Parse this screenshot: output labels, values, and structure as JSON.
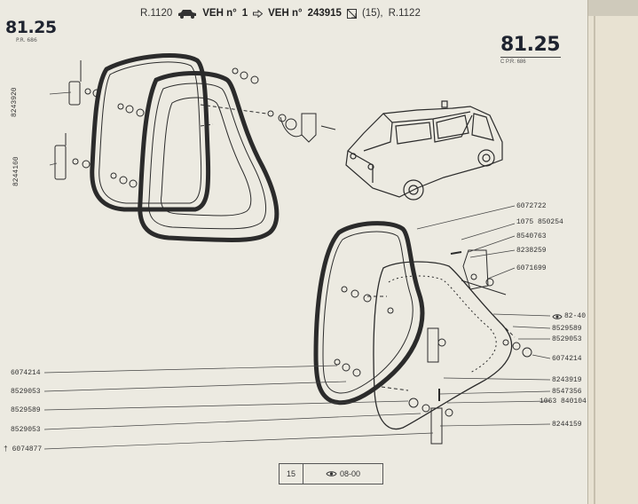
{
  "catalog": {
    "page_left": "81.25",
    "page_left_sub": "P.R. 686",
    "page_right": "81.25",
    "page_right_sub": "C P.R. 686"
  },
  "header": {
    "model_a": "R.1120",
    "veh_label": "VEH n°",
    "veh_from": "1",
    "veh_label2": "VEH n°",
    "veh_to": "243915",
    "mark": "(15),",
    "model_b": "R.1122"
  },
  "labels_left_upper": [
    "8243920",
    "8244160"
  ],
  "labels_right": [
    "6072722",
    "1075 850254",
    "8540763",
    "8238259",
    "6071699",
    "82-40",
    "8529589",
    "8529053",
    "6074214",
    "8243919",
    "8547356",
    "1063 840104",
    "8244159"
  ],
  "labels_left_lower": [
    "6074214",
    "8529053",
    "8529589",
    "8529053",
    "† 6074877"
  ],
  "footer": {
    "cell": "15",
    "code": "08-00"
  }
}
